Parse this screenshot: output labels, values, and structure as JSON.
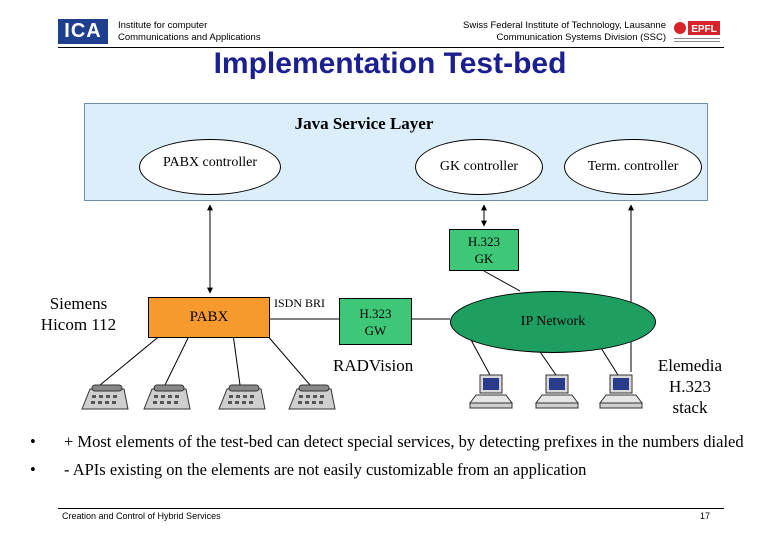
{
  "header": {
    "logo_text": "ICA",
    "left_line1": "Institute for computer",
    "left_line2": "Communications and Applications",
    "right_line1": "Swiss Federal Institute of Technology, Lausanne",
    "right_line2": "Communication Systems Division (SSC)"
  },
  "title": "Implementation Test-bed",
  "diagram": {
    "java_layer": "Java Service Layer",
    "pabx_controller": "PABX controller",
    "gk_controller": "GK controller",
    "term_controller": "Term. controller",
    "h323_gk_line1": "H.323",
    "h323_gk_line2": "GK",
    "siemens_line1": "Siemens",
    "siemens_line2": "Hicom 112",
    "pabx": "PABX",
    "isdn_bri": "ISDN BRI",
    "h323_gw_line1": "H.323",
    "h323_gw_line2": "GW",
    "ip_network": "IP Network",
    "radvision": "RADVision",
    "elemedia_line1": "Elemedia",
    "elemedia_line2": "H.323",
    "elemedia_line3": "stack"
  },
  "bullets": [
    {
      "dot": "•",
      "text": "+ Most elements of the test-bed can detect special services, by detecting prefixes in the numbers dialed"
    },
    {
      "dot": "•",
      "text": "- APIs existing on the elements are not easily customizable from an application"
    }
  ],
  "footer": {
    "left": "Creation and Control of Hybrid Services",
    "page": "17"
  },
  "colors": {
    "title": "#1b1f8f",
    "java_layer": "#dbeefa",
    "green": "#3ec777",
    "orange": "#f79a2d",
    "logo": "#1d3f8e"
  }
}
